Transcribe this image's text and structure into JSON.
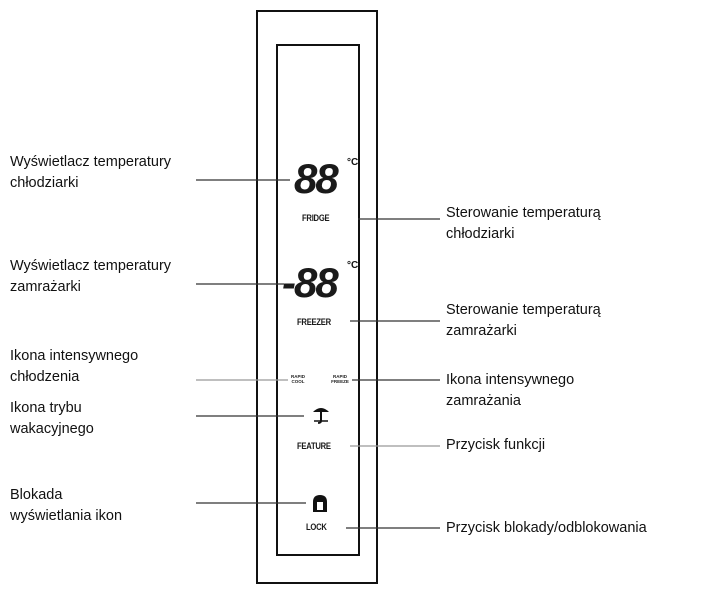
{
  "panel": {
    "fridge_display": "88",
    "freezer_display": "-88",
    "deg_unit": "°C",
    "fridge_label": "FRIDGE",
    "freezer_label": "FREEZER",
    "rapid_cool_icon_text": "RAPID COOL",
    "rapid_freeze_icon_text": "RAPID FREEZE",
    "feature_label": "FEATURE",
    "lock_label": "LOCK"
  },
  "callouts_left": {
    "fridge_display": [
      "Wyświetlacz temperatury",
      "chłodziarki"
    ],
    "freezer_display": [
      "Wyświetlacz temperatury",
      "zamrażarki"
    ],
    "rapid_cool_icon": [
      "Ikona intensywnego",
      "chłodzenia"
    ],
    "vacation_icon": [
      "Ikona trybu",
      "wakacyjnego"
    ],
    "icon_lock": [
      "Blokada",
      "wyświetlania ikon"
    ]
  },
  "callouts_right": {
    "fridge_control": [
      "Sterowanie temperaturą",
      "chłodziarki"
    ],
    "freezer_control": [
      "Sterowanie temperaturą",
      "zamrażarki"
    ],
    "rapid_freeze_icon": [
      "Ikona intensywnego",
      "zamrażania"
    ],
    "feature_button": [
      "Przycisk funkcji"
    ],
    "lock_button": [
      "Przycisk blokady/odblokowania"
    ]
  },
  "icons": {
    "vacation": "umbrella-icon",
    "lock": "lock-icon"
  }
}
